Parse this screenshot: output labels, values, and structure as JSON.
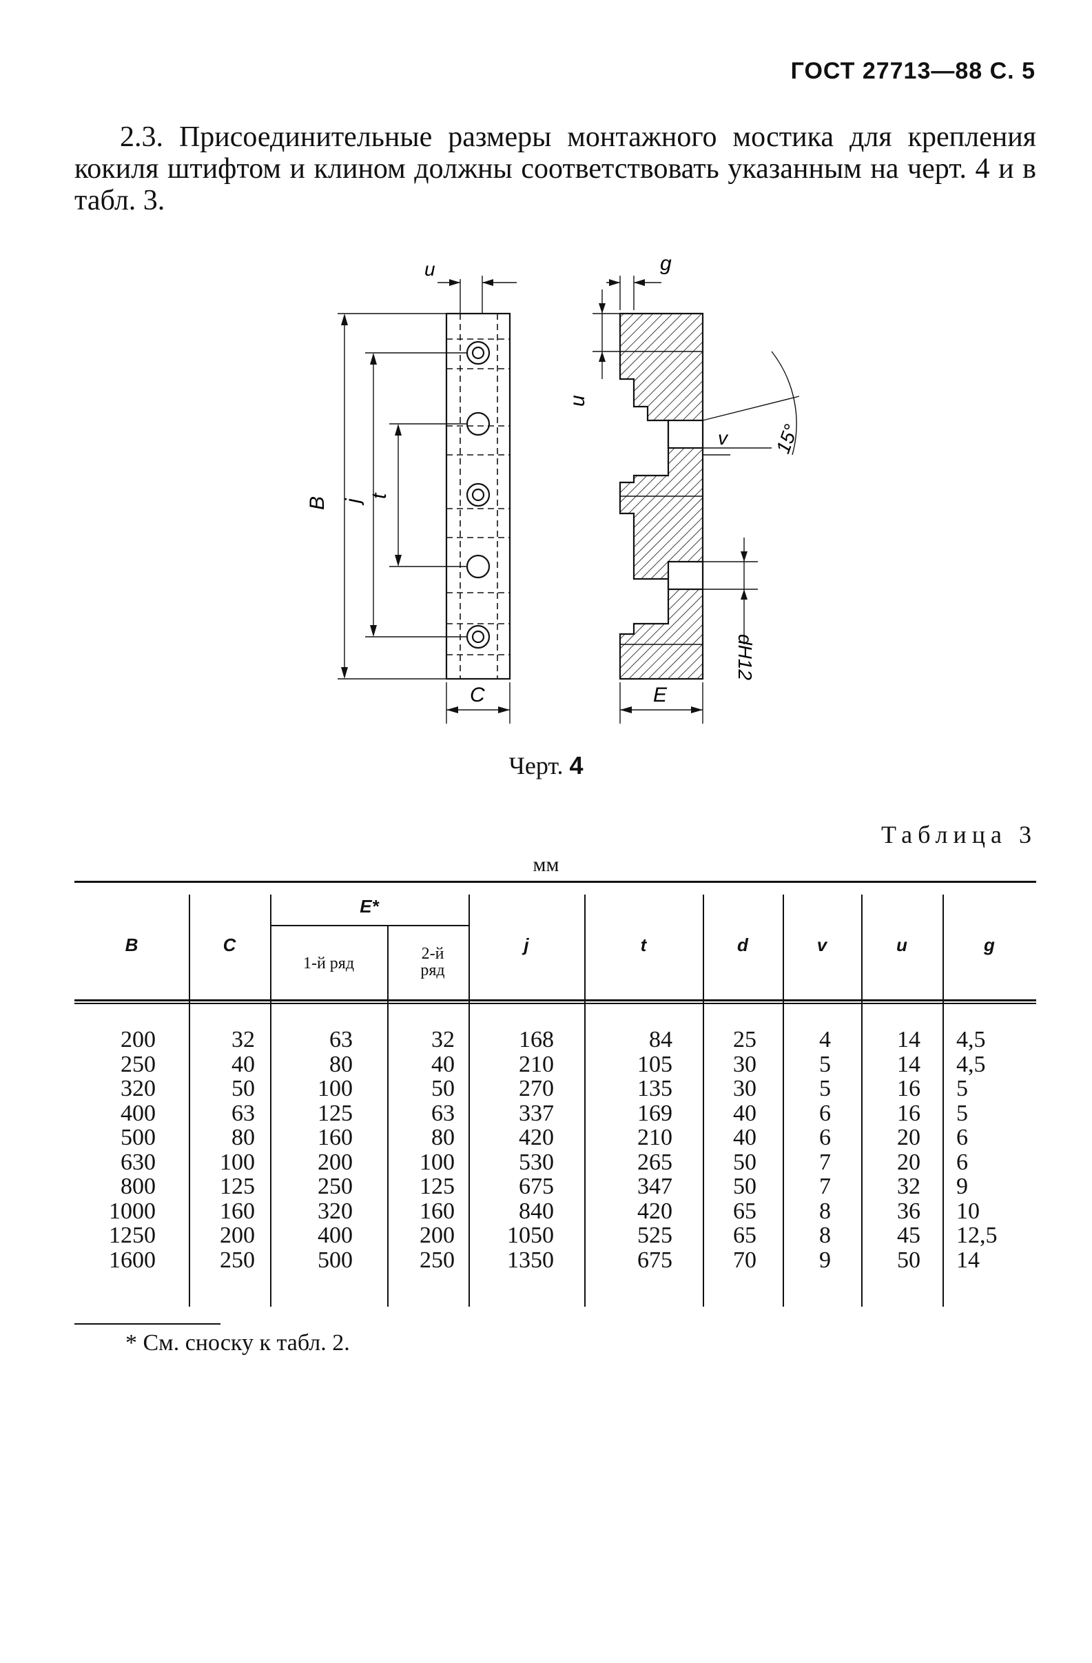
{
  "header": {
    "text": "ГОСТ 27713—88 С. 5"
  },
  "paragraph": {
    "text": "2.3. Присоединительные размеры монтажного мостика для крепления кокиля штифтом и клином должны соответствовать указанным на черт. 4 и в табл. 3."
  },
  "drawing": {
    "labels": {
      "u_top": "u",
      "g_top": "g",
      "B": "B",
      "j": "j",
      "t": "t",
      "C": "C",
      "u_side": "u",
      "v": "v",
      "angle": "15°",
      "dH12": "dH12",
      "E": "E"
    },
    "caption_prefix": "Черт.",
    "caption_number": "4"
  },
  "table": {
    "label": "Таблица 3",
    "units": "мм",
    "headers": {
      "B": "B",
      "C": "C",
      "E": "E*",
      "E_row1": "1-й ряд",
      "E_row2": "2-й ряд",
      "j": "j",
      "t": "t",
      "d": "d",
      "v": "v",
      "u": "u",
      "g": "g"
    },
    "columns": {
      "B": [
        "200",
        "250",
        "320",
        "400",
        "500",
        "630",
        "800",
        "1000",
        "1250",
        "1600"
      ],
      "C": [
        "32",
        "40",
        "50",
        "63",
        "80",
        "100",
        "125",
        "160",
        "200",
        "250"
      ],
      "E1": [
        "63",
        "80",
        "100",
        "125",
        "160",
        "200",
        "250",
        "320",
        "400",
        "500"
      ],
      "E2": [
        "32",
        "40",
        "50",
        "63",
        "80",
        "100",
        "125",
        "160",
        "200",
        "250"
      ],
      "j": [
        "168",
        "210",
        "270",
        "337",
        "420",
        "530",
        "675",
        "840",
        "1050",
        "1350"
      ],
      "t": [
        "84",
        "105",
        "135",
        "169",
        "210",
        "265",
        "347",
        "420",
        "525",
        "675"
      ],
      "d": [
        "25",
        "30",
        "30",
        "40",
        "40",
        "50",
        "50",
        "65",
        "65",
        "70"
      ],
      "v": [
        "4",
        "5",
        "5",
        "6",
        "6",
        "7",
        "7",
        "8",
        "8",
        "9"
      ],
      "u": [
        "14",
        "14",
        "16",
        "16",
        "20",
        "20",
        "32",
        "36",
        "45",
        "50"
      ],
      "g": [
        "4,5",
        "4,5",
        "5",
        "5",
        "6",
        "6",
        "9",
        "10",
        "12,5",
        "14"
      ]
    }
  },
  "footnote": {
    "text": "* См. сноску к табл. 2."
  }
}
